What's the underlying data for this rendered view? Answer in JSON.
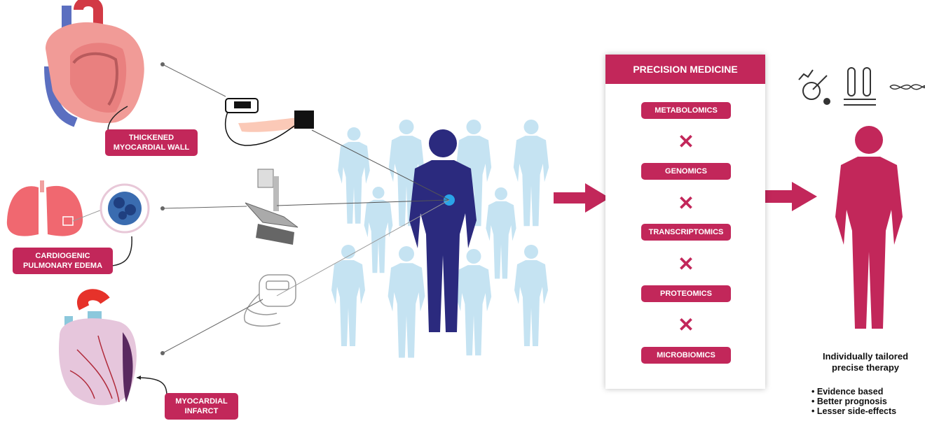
{
  "labels": {
    "thickened": [
      "THICKENED",
      "MYOCARDIAL WALL"
    ],
    "edema": [
      "CARDIOGENIC",
      "PULMONARY EDEMA"
    ],
    "infarct": [
      "MYOCARDIAL",
      "INFARCT"
    ]
  },
  "precision": {
    "title": "PRECISION MEDICINE",
    "omics": [
      "METABOLOMICS",
      "GENOMICS",
      "TRANSCRIPTOMICS",
      "PROTEOMICS",
      "MICROBIOMICS"
    ],
    "cross": "✕"
  },
  "result": {
    "title": [
      "Individually tailored",
      "precise therapy"
    ],
    "benefits": [
      "Evidence based",
      "Better prognosis",
      "Lesser side-effects"
    ]
  },
  "colors": {
    "accent": "#c2275a",
    "crowd": "#c5e3f2",
    "patient": "#2b2a7e",
    "marker": "#2aa4e8"
  }
}
